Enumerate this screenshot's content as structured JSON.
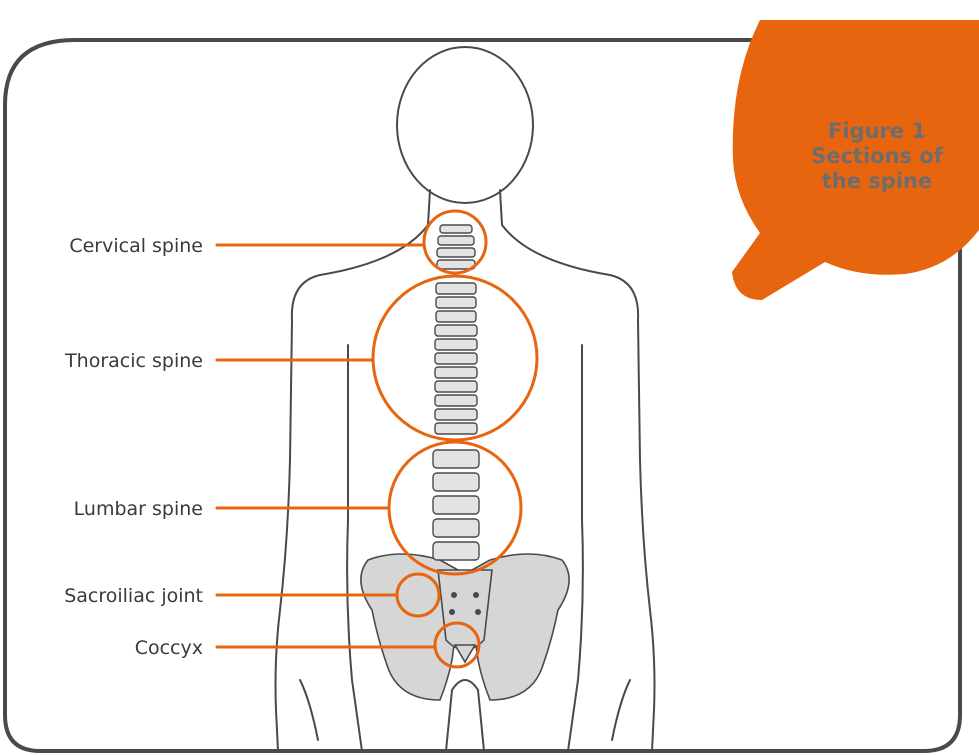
{
  "figure": {
    "badge_line1": "Figure 1",
    "badge_line2": "Sections of",
    "badge_line3": "the spine",
    "labels": {
      "cervical": "Cervical spine",
      "thoracic": "Thoracic spine",
      "lumbar": "Lumbar spine",
      "sacroiliac": "Sacroiliac joint",
      "coccyx": "Coccyx"
    }
  },
  "colors": {
    "accent": "#E8650F",
    "frame": "#4a4a4a",
    "bone": "#d6d6d6",
    "text": "#3a3a3a",
    "badge_text": "#6d6d6d"
  }
}
